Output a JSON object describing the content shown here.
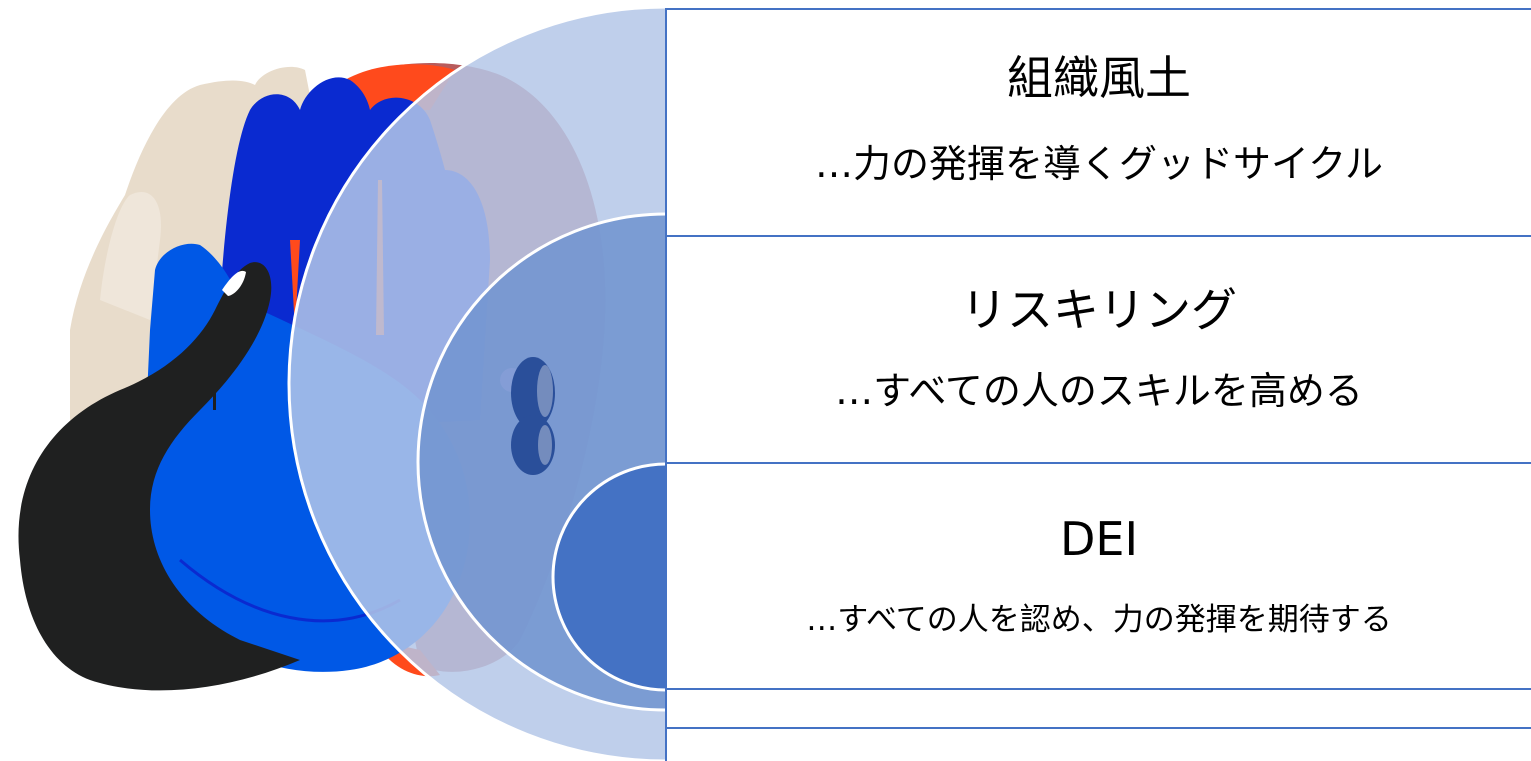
{
  "layers": [
    {
      "title": "組織風土",
      "description": "…力の発揮を導くグッドサイクル"
    },
    {
      "title": "リスキリング",
      "description": "…すべての人のスキルを高める"
    },
    {
      "title": "DEI",
      "description": "…すべての人を認め、力の発揮を期待する"
    }
  ],
  "colors": {
    "outer_circle": "#b4c7e7",
    "middle_circle": "#7396d0",
    "inner_circle": "#4472c4",
    "divider_line": "#4472c4"
  },
  "illustration": "hands-illustration"
}
